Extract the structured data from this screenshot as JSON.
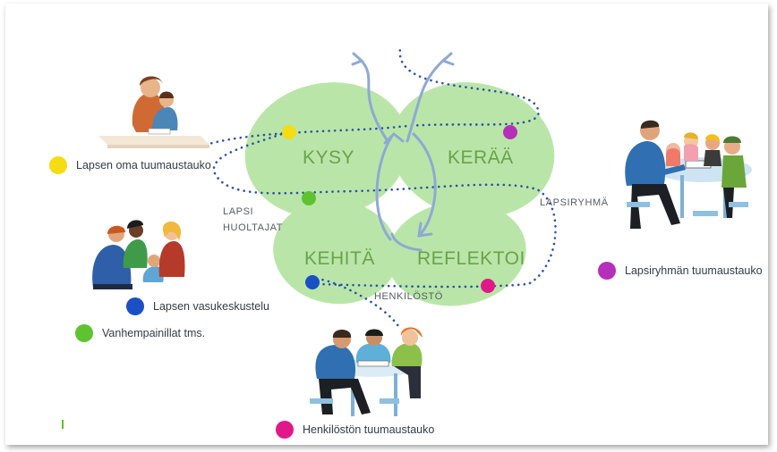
{
  "petals": {
    "ask": "KYSY",
    "collect": "KERÄÄ",
    "develop": "KEHITÄ",
    "reflect": "REFLEKTOI"
  },
  "side_labels": {
    "child": "LAPSI",
    "guardians": "HUOLTAJAT",
    "child_group": "LAPSIRYHMÄ",
    "staff": "HENKILÖSTÖ"
  },
  "legend": [
    {
      "id": "oma",
      "label": "Lapsen oma tuumaustauko",
      "color": "#f5dc14"
    },
    {
      "id": "vasu",
      "label": "Lapsen vasukeskustelu",
      "color": "#1b4fc4"
    },
    {
      "id": "vanh",
      "label": "Vanhempainillat tms.",
      "color": "#5ec32f"
    },
    {
      "id": "ryhma",
      "label": "Lapsiryhmän tuumaustauko",
      "color": "#b62fb8"
    },
    {
      "id": "henk",
      "label": "Henkilöstön tuumaustauko",
      "color": "#e0188a"
    }
  ],
  "colors": {
    "petal": "#8fd873",
    "path": "#2e4fa8",
    "arrow": "#8ea9d3"
  }
}
